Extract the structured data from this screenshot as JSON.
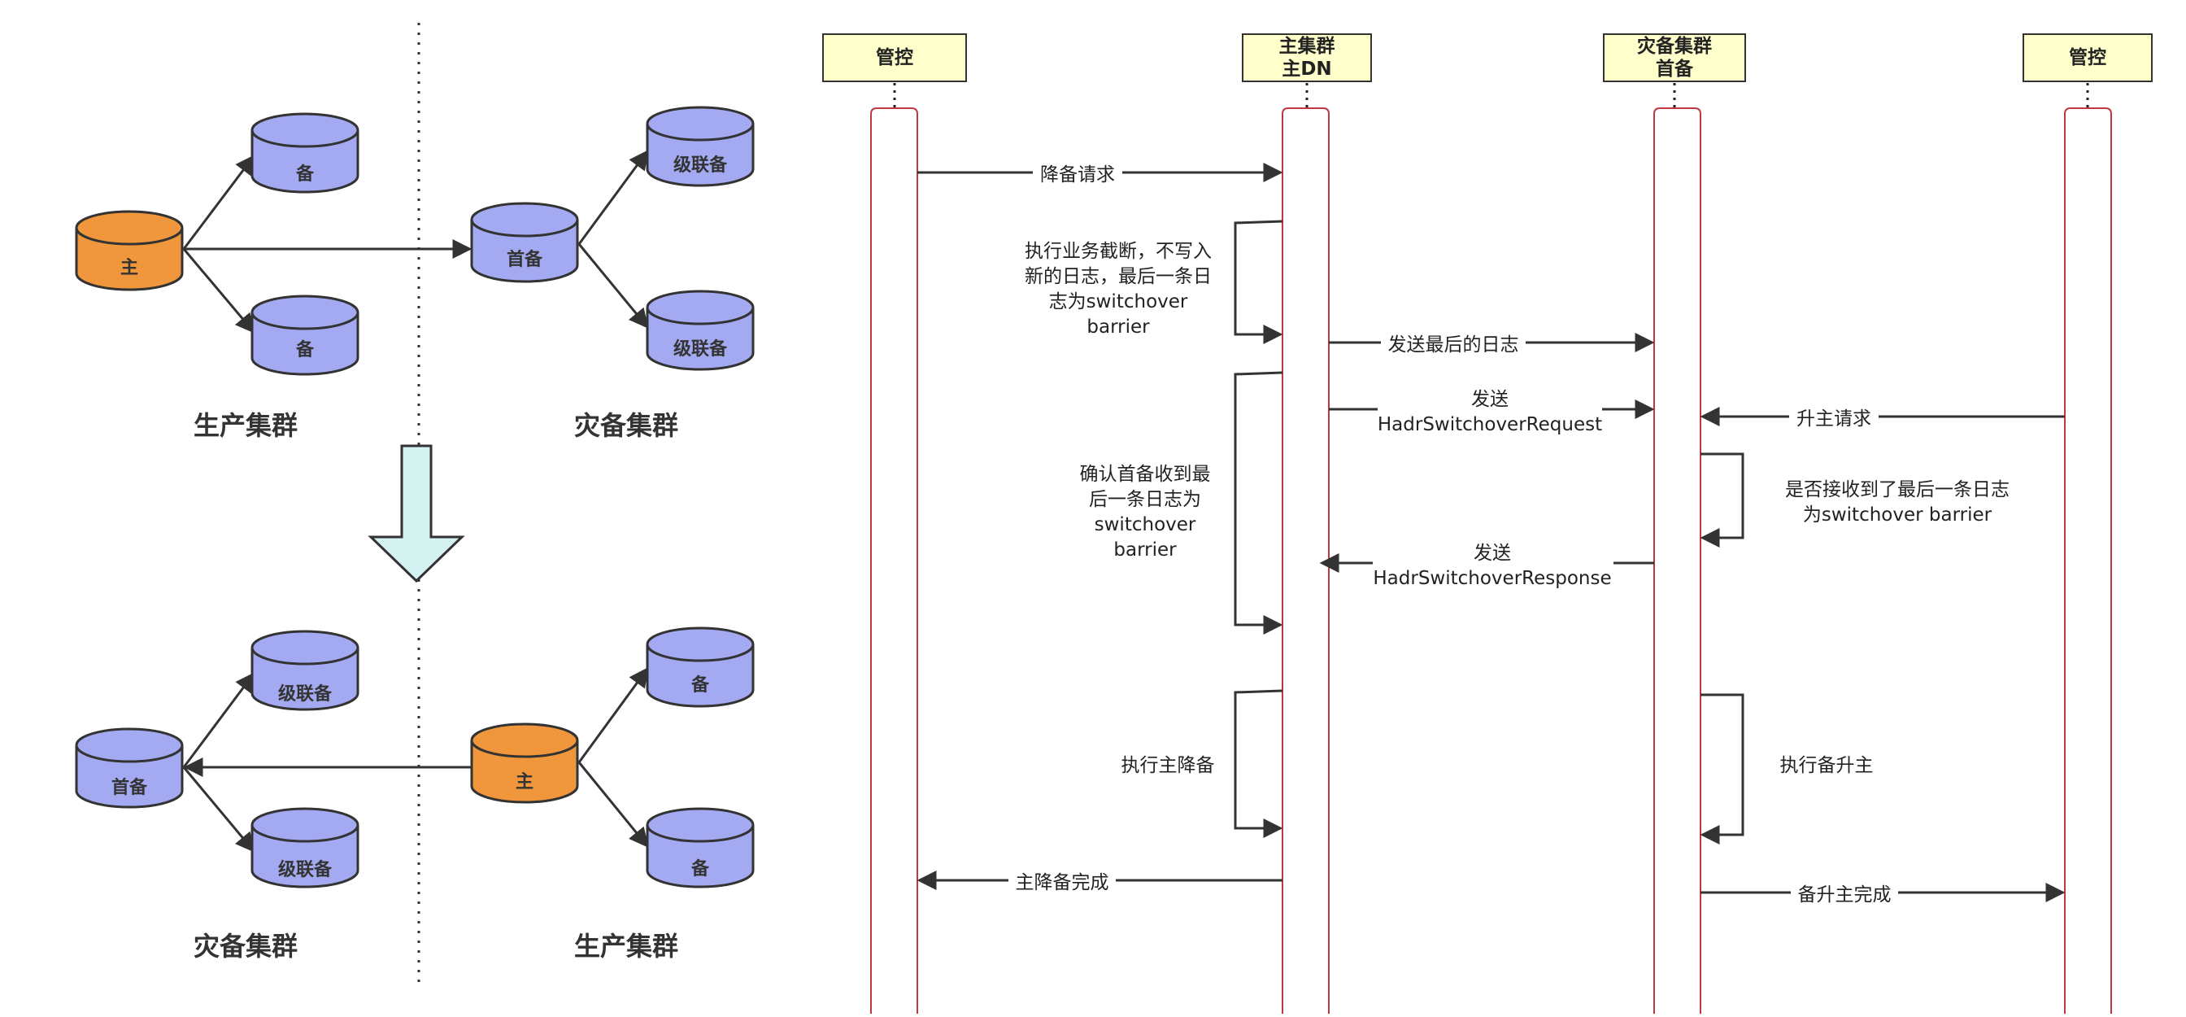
{
  "topology": {
    "top_left_label": "生产集群",
    "top_right_label": "灾备集群",
    "bottom_left_label": "灾备集群",
    "bottom_right_label": "生产集群",
    "top": {
      "primary": "主",
      "standby_1": "备",
      "standby_2": "备",
      "first_standby": "首备",
      "cascade_1": "级联备",
      "cascade_2": "级联备"
    },
    "bottom": {
      "first_standby": "首备",
      "cascade_1": "级联备",
      "cascade_2": "级联备",
      "primary": "主",
      "standby_1": "备",
      "standby_2": "备"
    }
  },
  "sequence": {
    "participants": {
      "control_left": [
        "管控"
      ],
      "primary_dn": [
        "主集群",
        "主DN"
      ],
      "dr_first_standby": [
        "灾备集群",
        "首备"
      ],
      "control_right": [
        "管控"
      ]
    },
    "messages": {
      "demote_request": "降备请求",
      "send_last_log": "发送最后的日志",
      "send_request": [
        "发送",
        "HadrSwitchoverRequest"
      ],
      "promote_request": "升主请求",
      "send_response": [
        "发送",
        "HadrSwitchoverResponse"
      ],
      "demote_done": "主降备完成",
      "promote_done": "备升主完成"
    },
    "self_calls": {
      "block_writes": [
        "执行业务截断，不写入",
        "新的日志，最后一条日",
        "志为switchover",
        "barrier"
      ],
      "confirm_received": [
        "确认首备收到最",
        "后一条日志为",
        "switchover",
        "barrier"
      ],
      "check_received": [
        "是否接收到了最后一条日志",
        "为switchover barrier"
      ],
      "do_demote": "执行主降备",
      "do_promote": "执行备升主"
    }
  },
  "colors": {
    "primary_db": "#f0963c",
    "standby_db": "#a4aaf2",
    "db_stroke": "#333333",
    "participant_box": "#ffffcc",
    "lifeline": "#c0373f",
    "big_arrow": "#d4f2f0"
  }
}
